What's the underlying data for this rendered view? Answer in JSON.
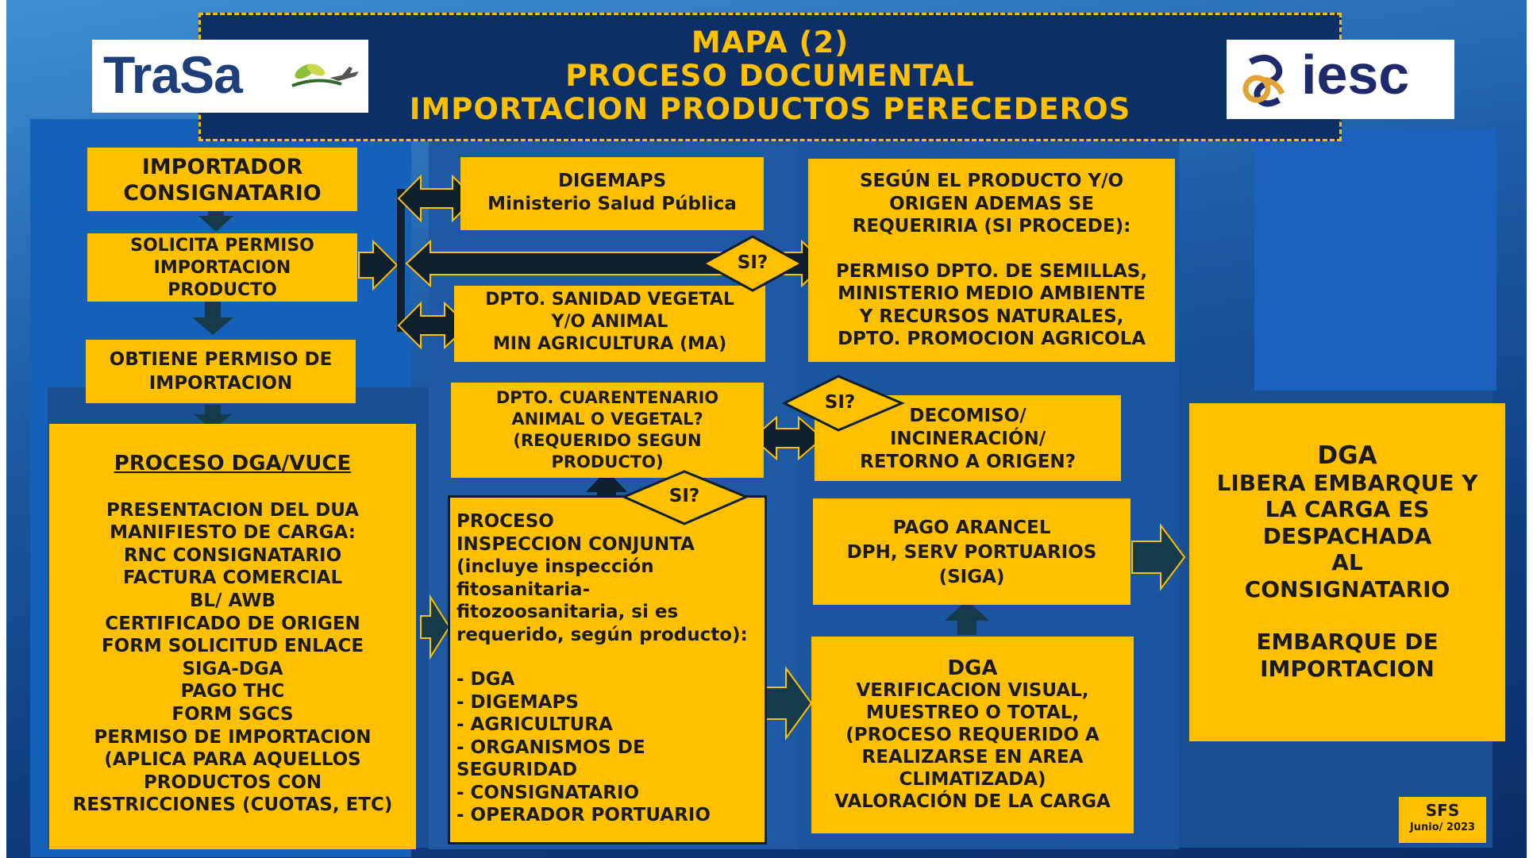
{
  "header": {
    "line1": "MAPA (2)",
    "line2": "PROCESO DOCUMENTAL",
    "line3": "IMPORTACION PRODUCTOS PERECEDEROS"
  },
  "logos": {
    "left": "TraSa",
    "right": "iesc"
  },
  "boxes": {
    "importador": [
      "IMPORTADOR",
      "CONSIGNATARIO"
    ],
    "solicita": [
      "SOLICITA PERMISO",
      "IMPORTACION",
      "PRODUCTO"
    ],
    "obtiene": [
      "OBTIENE PERMISO DE",
      "IMPORTACION"
    ],
    "dga_vuce_title": "PROCESO DGA/VUCE",
    "dga_vuce_items": [
      "PRESENTACION DEL DUA",
      "MANIFIESTO DE CARGA:",
      "RNC CONSIGNATARIO",
      "FACTURA COMERCIAL",
      "BL/ AWB",
      "CERTIFICADO DE ORIGEN",
      "FORM SOLICITUD ENLACE",
      "SIGA-DGA",
      "PAGO THC",
      "FORM SGCS",
      "PERMISO DE IMPORTACION",
      "(APLICA PARA AQUELLOS",
      "PRODUCTOS CON",
      "RESTRICCIONES (CUOTAS, ETC)"
    ],
    "digemaps": [
      "DIGEMAPS",
      "Ministerio  Salud Pública"
    ],
    "sanidad": [
      "DPTO. SANIDAD VEGETAL",
      "Y/O ANIMAL",
      "MIN AGRICULTURA (MA)"
    ],
    "segun": [
      "SEGÚN EL PRODUCTO Y/O",
      "ORIGEN ADEMAS SE",
      "REQUERIRIA (SI PROCEDE):",
      "",
      "PERMISO DPTO. DE SEMILLAS,",
      "MINISTERIO MEDIO AMBIENTE",
      "Y RECURSOS NATURALES,",
      "DPTO. PROMOCION AGRICOLA"
    ],
    "cuarentenario": [
      "DPTO. CUARENTENARIO",
      "ANIMAL O VEGETAL?",
      "(REQUERIDO SEGUN",
      "PRODUCTO)"
    ],
    "decomiso": [
      "DECOMISO/",
      "INCINERACIÓN/",
      "RETORNO A ORIGEN?"
    ],
    "inspeccion": [
      "PROCESO",
      "INSPECCION CONJUNTA",
      "(incluye  inspección",
      "fitosanitaria-",
      "fitozoosanitaria,  si es",
      "requerido, según producto):",
      "",
      "- DGA",
      "- DIGEMAPS",
      "- AGRICULTURA",
      "- ORGANISMOS DE",
      "SEGURIDAD",
      "-  CONSIGNATARIO",
      "-  OPERADOR PORTUARIO"
    ],
    "pago": [
      "PAGO ARANCEL",
      "DPH, SERV PORTUARIOS",
      "(SIGA)"
    ],
    "verificacion": [
      "DGA",
      "VERIFICACION VISUAL,",
      "MUESTREO O TOTAL,",
      "(PROCESO REQUERIDO A",
      "REALIZARSE EN AREA",
      "CLIMATIZADA)",
      "VALORACIÓN DE LA CARGA"
    ],
    "libera": [
      "DGA",
      "LIBERA EMBARQUE Y",
      "LA CARGA ES",
      "DESPACHADA",
      "AL",
      "CONSIGNATARIO",
      "",
      "EMBARQUE DE",
      "IMPORTACION"
    ],
    "sfs": [
      "SFS",
      "Junio/ 2023"
    ]
  },
  "decisions": {
    "si_1": "SI?",
    "si_2": "SI?",
    "si_3": "SI?"
  },
  "colors": {
    "box_fill": "#ffc000",
    "header_bg": "#0c2f66",
    "arrow_dark": "#0e1f2e",
    "arrow_teal": "#153a4a"
  }
}
